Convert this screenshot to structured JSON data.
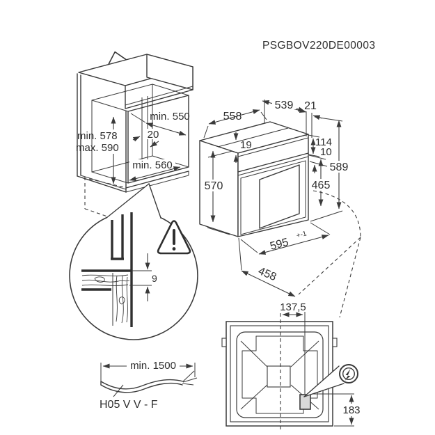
{
  "drawing": {
    "code": "PSGBOV220DE00003"
  },
  "cabinet": {
    "depth": "min. 550",
    "rear_gap": "20",
    "height_min": "min. 578",
    "height_max": "max. 590",
    "width": "min. 560"
  },
  "oven": {
    "width": "558",
    "depth": "539",
    "overhang": "21",
    "trim": "19",
    "rear_top": "114",
    "gap": "10",
    "height": "589",
    "lower": "465",
    "front_height": "570",
    "front_width": "595",
    "front_width_tol": "+-1",
    "base_depth": "458"
  },
  "detail": {
    "overlap": "9"
  },
  "cable": {
    "length": "min. 1500",
    "type": "H05 V V - F"
  },
  "rear": {
    "offset": "137,5",
    "height": "183"
  },
  "icons": {
    "up_arrow": "direction-of-installation",
    "warning": "warning-triangle",
    "electric": "lightning-bolt"
  },
  "colors": {
    "line": "#3a3a3a",
    "text": "#2e2e2e",
    "background": "#ffffff"
  }
}
